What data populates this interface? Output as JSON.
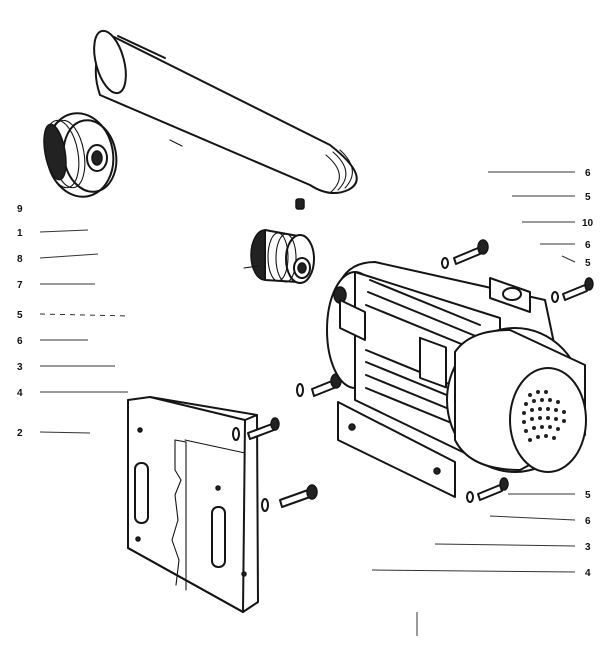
{
  "left_callouts": [
    "9",
    "1",
    "8",
    "7",
    "5",
    "6",
    "3",
    "4",
    "2"
  ],
  "right_callouts": [
    "6",
    "5",
    "10",
    "6",
    "5",
    "5",
    "6",
    "3",
    "4"
  ]
}
